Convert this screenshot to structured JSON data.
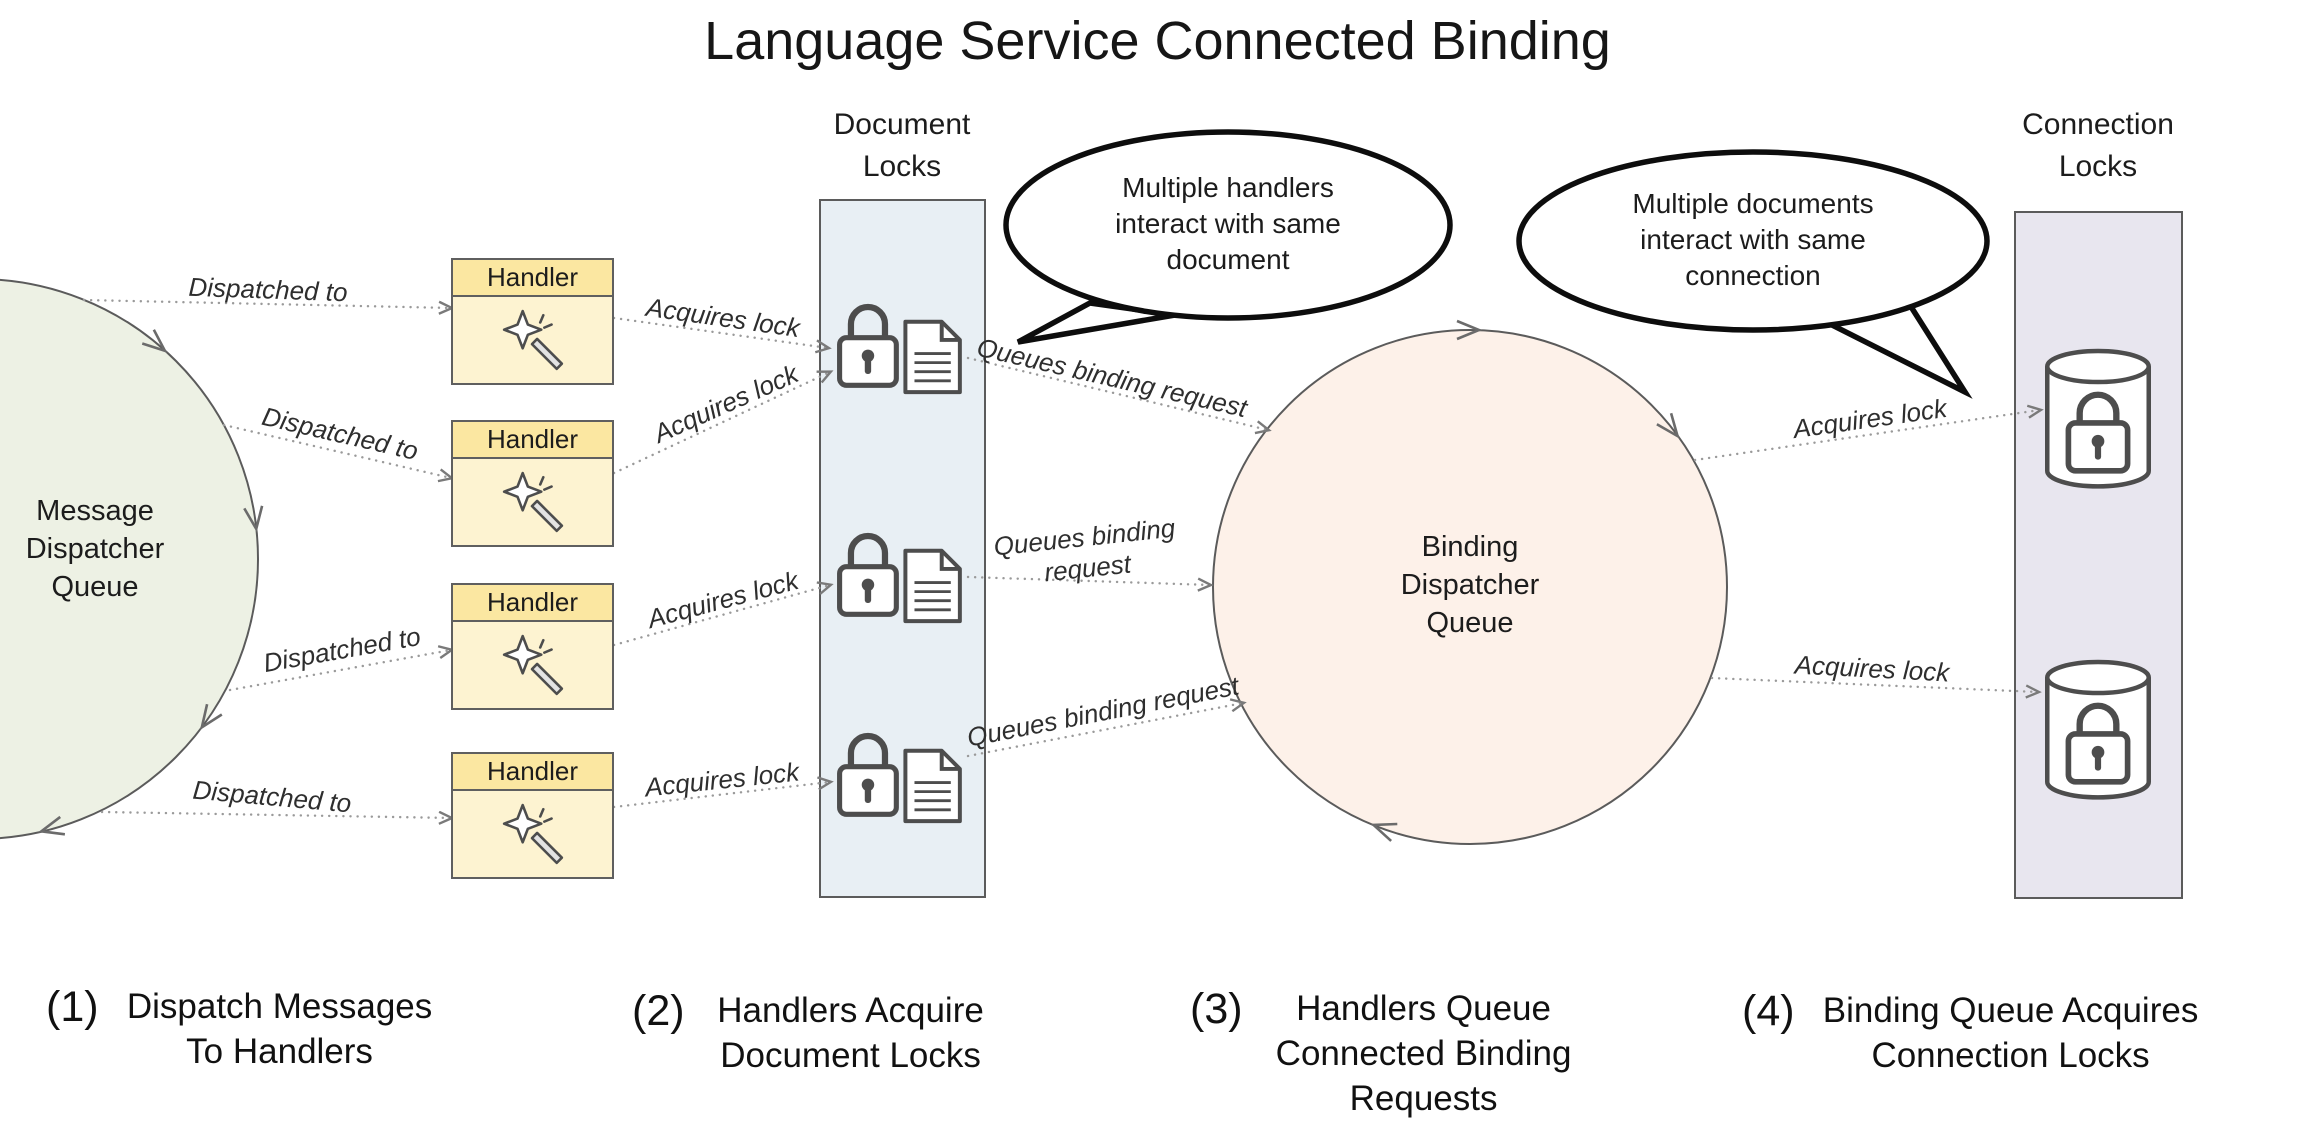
{
  "title": "Language Service Connected Binding",
  "message_queue": {
    "label": "Message\nDispatcher\nQueue"
  },
  "binding_queue": {
    "label": "Binding\nDispatcher\nQueue"
  },
  "document_locks": {
    "label": "Document\nLocks"
  },
  "connection_locks": {
    "label": "Connection\nLocks"
  },
  "handlers": {
    "items": [
      {
        "label": "Handler"
      },
      {
        "label": "Handler"
      },
      {
        "label": "Handler"
      },
      {
        "label": "Handler"
      }
    ]
  },
  "edge_labels": {
    "dispatched_to": "Dispatched to",
    "acquires_lock": "Acquires lock",
    "queues_binding_request": "Queues binding request",
    "queues_binding_request_two_line": "Queues binding\nrequest"
  },
  "callouts": [
    {
      "text": "Multiple handlers\ninteract with same\ndocument"
    },
    {
      "text": "Multiple documents\ninteract with same\nconnection"
    }
  ],
  "captions": [
    {
      "number": "(1)",
      "label": "Dispatch Messages\nTo Handlers"
    },
    {
      "number": "(2)",
      "label": "Handlers Acquire\nDocument Locks"
    },
    {
      "number": "(3)",
      "label": "Handlers Queue\nConnected Binding\nRequests"
    },
    {
      "number": "(4)",
      "label": "Binding Queue Acquires\nConnection Locks"
    }
  ],
  "icons": {
    "handler": "magic-wand-icon",
    "document_lock": "padlock-document-icon",
    "connection_lock": "database-padlock-icon"
  },
  "colors": {
    "message_queue_fill": "#edf1e4",
    "binding_queue_fill": "#fdf1e9",
    "document_locks_fill": "#e8eff4",
    "connection_locks_fill": "#e8e6ef",
    "handler_header_fill": "#fbe7a1",
    "handler_body_fill": "#fdf3d1",
    "bubble_outline": "#0d0d0d",
    "connector": "#9a9a9a"
  }
}
